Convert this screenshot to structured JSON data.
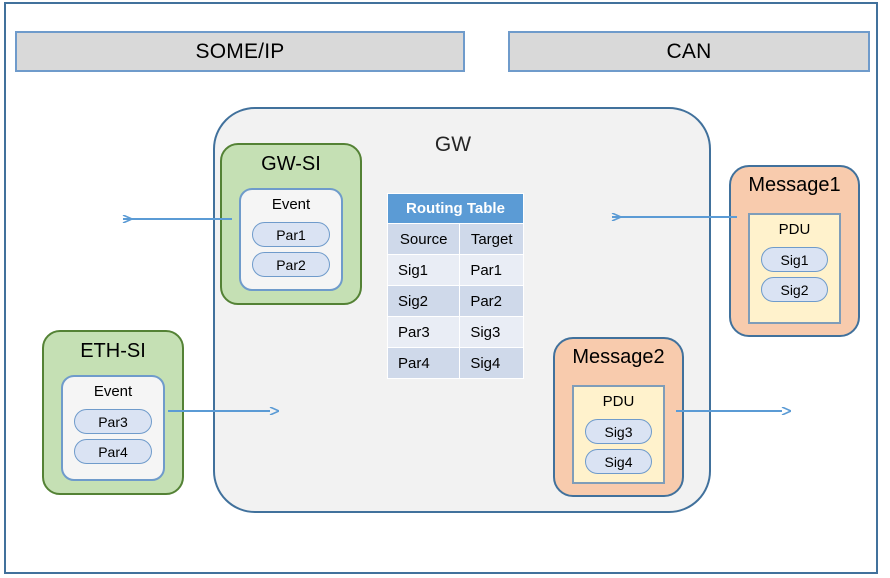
{
  "diagram": {
    "title": "GW",
    "protocol_bars": [
      {
        "label": "SOME/IP",
        "name": "someip"
      },
      {
        "label": "CAN",
        "name": "can"
      }
    ],
    "gateway": {
      "label": "GW"
    },
    "service_interfaces": [
      {
        "name": "gw-si",
        "title": "GW-SI",
        "inner_title": "Event",
        "items": [
          "Par1",
          "Par2"
        ]
      },
      {
        "name": "eth-si",
        "title": "ETH-SI",
        "inner_title": "Event",
        "items": [
          "Par3",
          "Par4"
        ]
      }
    ],
    "messages": [
      {
        "name": "message1",
        "title": "Message1",
        "inner_title": "PDU",
        "items": [
          "Sig1",
          "Sig2"
        ]
      },
      {
        "name": "message2",
        "title": "Message2",
        "inner_title": "PDU",
        "items": [
          "Sig3",
          "Sig4"
        ]
      }
    ],
    "routing_table": {
      "title": "Routing Table",
      "columns": [
        "Source",
        "Target"
      ],
      "rows": [
        [
          "Sig1",
          "Par1"
        ],
        [
          "Sig2",
          "Par2"
        ],
        [
          "Par3",
          "Sig3"
        ],
        [
          "Par4",
          "Sig4"
        ]
      ]
    },
    "arrows": [
      {
        "name": "arrow-gwsi-to-someip",
        "direction": "left"
      },
      {
        "name": "arrow-message1-to-gw",
        "direction": "left"
      },
      {
        "name": "arrow-ethsi-to-gw",
        "direction": "right"
      },
      {
        "name": "arrow-gw-to-message2-out",
        "direction": "right"
      }
    ],
    "colors": {
      "frame": "#41719C",
      "protocol_bar_fill": "#D9D9D9",
      "gateway_fill": "#F2F2F2",
      "service_interface_fill": "#C5E0B4",
      "service_interface_stroke": "#548235",
      "message_fill": "#F8CBAD",
      "pdu_fill": "#FFF2CC",
      "pill_fill": "#DAE3F3",
      "table_header_fill": "#5B9BD5",
      "table_row_dark": "#CFD9EA",
      "table_row_light": "#E9EDF5",
      "arrow": "#5B9BD5"
    }
  }
}
